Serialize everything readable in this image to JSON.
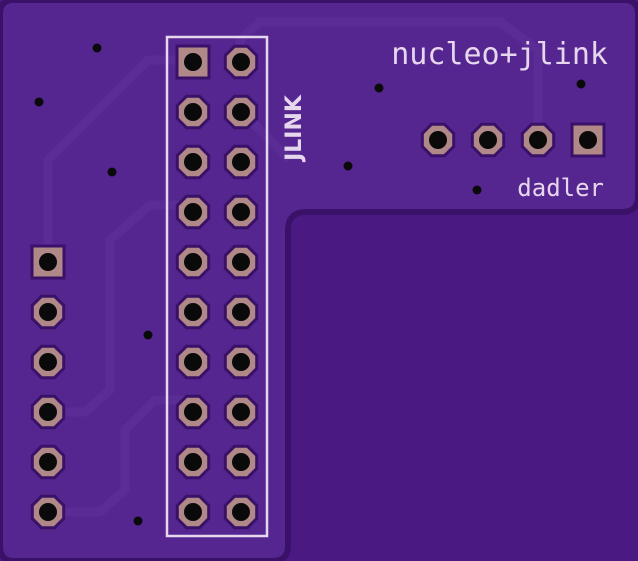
{
  "colors": {
    "background": "#4a1a82",
    "board": "#562690",
    "board_edge": "#3a1168",
    "trace": "#5b2b96",
    "pad_copper": "#b08888",
    "silkscreen": "#e6d6ee",
    "hole": "#0a0a0a"
  },
  "silkscreen": {
    "title": "nucleo+jlink",
    "author": "dadler",
    "connector_label": "JLINK"
  },
  "connectors": {
    "jlink_header": {
      "rows": 10,
      "cols": 2,
      "pin1_shape": "square"
    },
    "left_header": {
      "pins": 6,
      "pin1_shape": "square"
    },
    "top_header": {
      "pins": 4,
      "pin1_shape": "square"
    }
  }
}
